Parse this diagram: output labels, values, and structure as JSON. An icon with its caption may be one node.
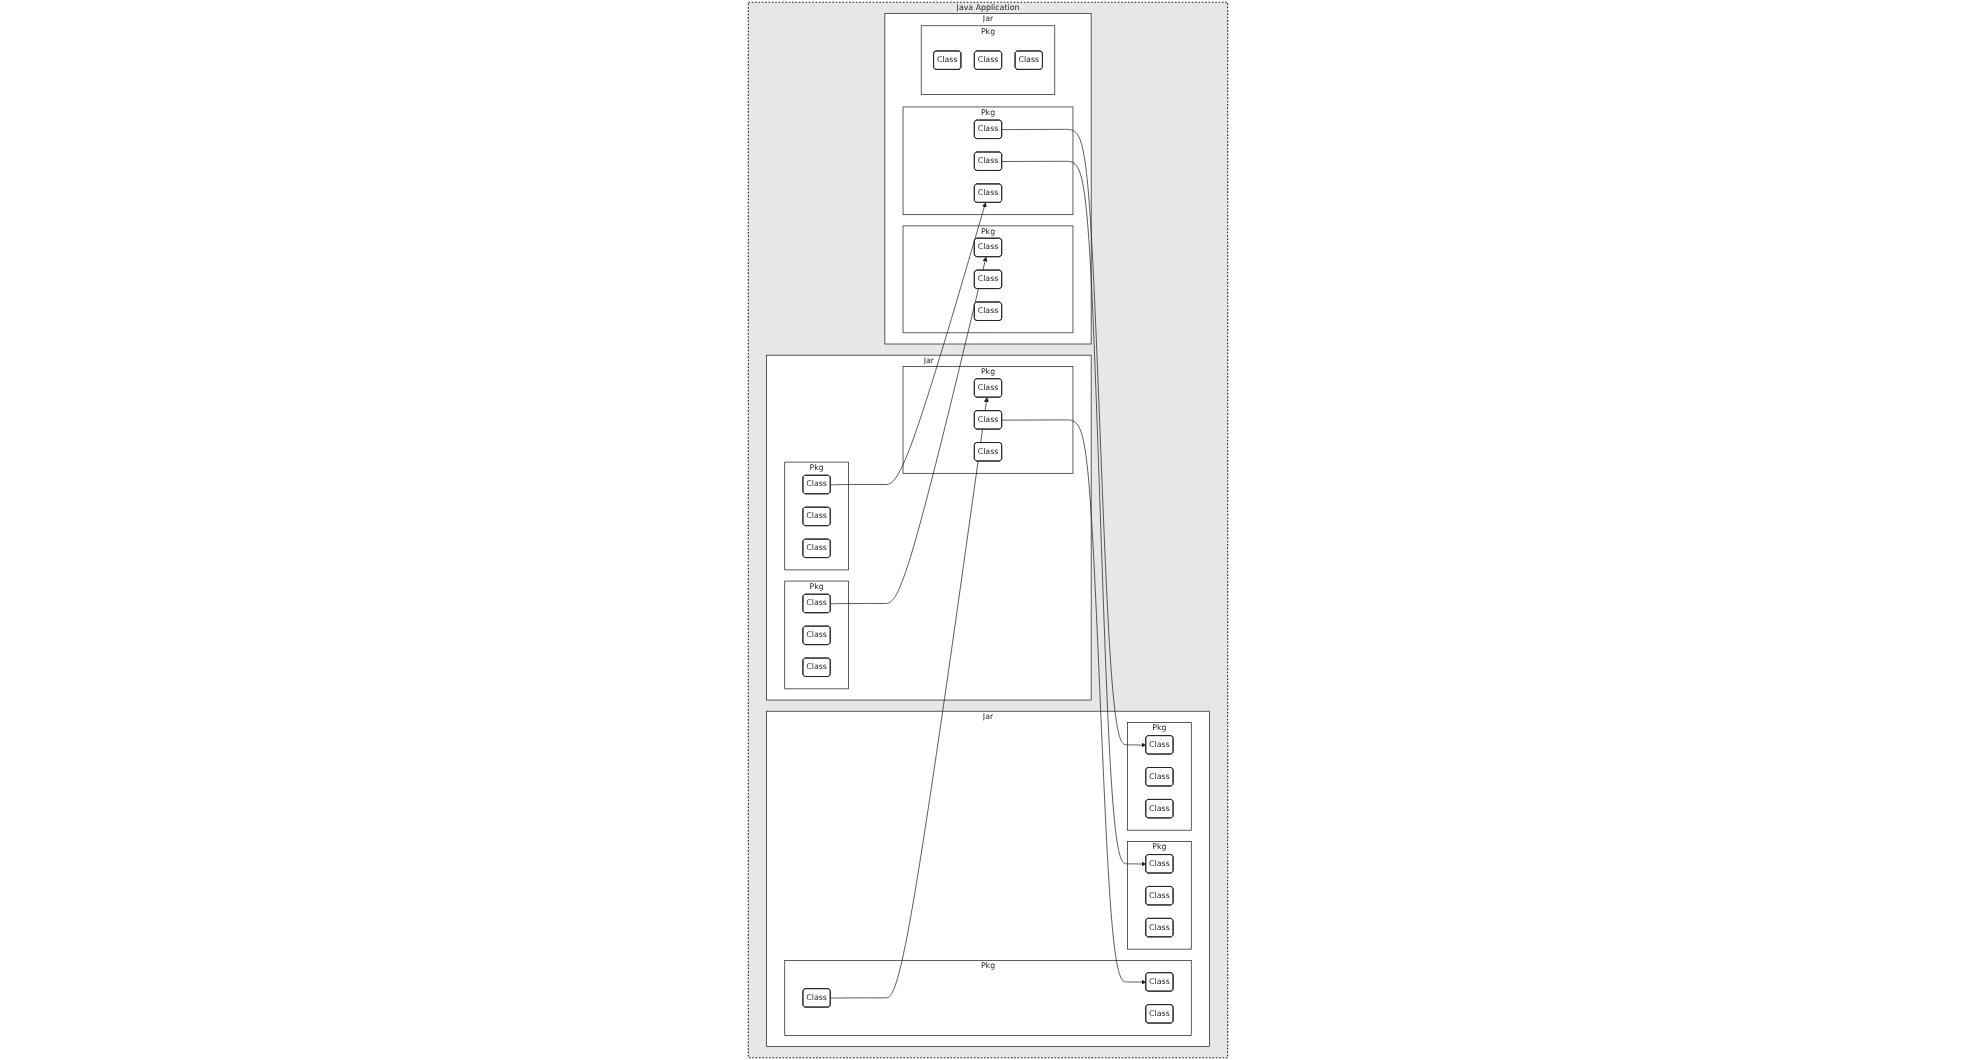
{
  "diagram": {
    "nodes": [
      {
        "text": [
          "Java Application"
        ]
      },
      {
        "text": [
          "Jar"
        ],
        "in": 0
      },
      {
        "text": [
          "Pkg"
        ],
        "in": 1
      },
      {
        "text": [
          "Class"
        ],
        "in": 2
      },
      {
        "text": [
          "Class"
        ],
        "in": 2
      },
      {
        "text": [
          "Class"
        ],
        "in": 2
      },
      {
        "text": [
          "Pkg"
        ],
        "in": 1
      },
      {
        "text": [
          "Class"
        ],
        "in": 6
      },
      {
        "text": [
          "Class"
        ],
        "in": 6
      },
      {
        "text": [
          "Class"
        ],
        "in": 6
      },
      {
        "text": [
          "Pkg"
        ],
        "in": 1
      },
      {
        "text": [
          "Class"
        ],
        "in": 10
      },
      {
        "text": [
          "Class"
        ],
        "in": 10
      },
      {
        "text": [
          "Class"
        ],
        "in": 10
      },
      {
        "text": [
          "Jar"
        ],
        "in": 0
      },
      {
        "text": [
          "Pkg"
        ],
        "in": 14
      },
      {
        "text": [
          "Class"
        ],
        "in": 15
      },
      {
        "text": [
          "Class"
        ],
        "in": 15
      },
      {
        "text": [
          "Class"
        ],
        "in": 15
      },
      {
        "text": [
          "Pkg"
        ],
        "in": 14
      },
      {
        "text": [
          "Class"
        ],
        "in": 19
      },
      {
        "text": [
          "Class"
        ],
        "in": 19
      },
      {
        "text": [
          "Class"
        ],
        "in": 19
      },
      {
        "text": [
          "Pkg"
        ],
        "in": 14
      },
      {
        "text": [
          "Class"
        ],
        "in": 23
      },
      {
        "text": [
          "Class"
        ],
        "in": 23
      },
      {
        "text": [
          "Class"
        ],
        "in": 23
      },
      {
        "text": [
          "Jar"
        ],
        "in": 0
      },
      {
        "text": [
          "Pkg"
        ],
        "in": 27
      },
      {
        "text": [
          "Class"
        ],
        "in": 28
      },
      {
        "text": [
          "Class"
        ],
        "in": 28
      },
      {
        "text": [
          "Class"
        ],
        "in": 28
      },
      {
        "text": [
          "Pkg"
        ],
        "in": 27
      },
      {
        "text": [
          "Class"
        ],
        "in": 32
      },
      {
        "text": [
          "Class"
        ],
        "in": 32
      },
      {
        "text": [
          "Class"
        ],
        "in": 32
      },
      {
        "text": [
          "Pkg"
        ],
        "in": 27
      },
      {
        "text": [
          "Class"
        ],
        "in": 36
      },
      {
        "text": [
          "Class"
        ],
        "in": 36
      },
      {
        "text": [
          "Class"
        ],
        "in": 36
      }
    ],
    "edges": [
      {
        "from": 3,
        "to": 17,
        "arrow": "to"
      },
      {
        "from": 29,
        "to": 9,
        "arrow": "to"
      },
      {
        "from": 30,
        "to": 11,
        "arrow": "to"
      },
      {
        "from": 18,
        "to": 5,
        "arrow": "to"
      },
      {
        "from": 21,
        "to": 31,
        "arrow": "to"
      },
      {
        "from": 26,
        "to": 35,
        "arrow": "to"
      }
    ]
  }
}
